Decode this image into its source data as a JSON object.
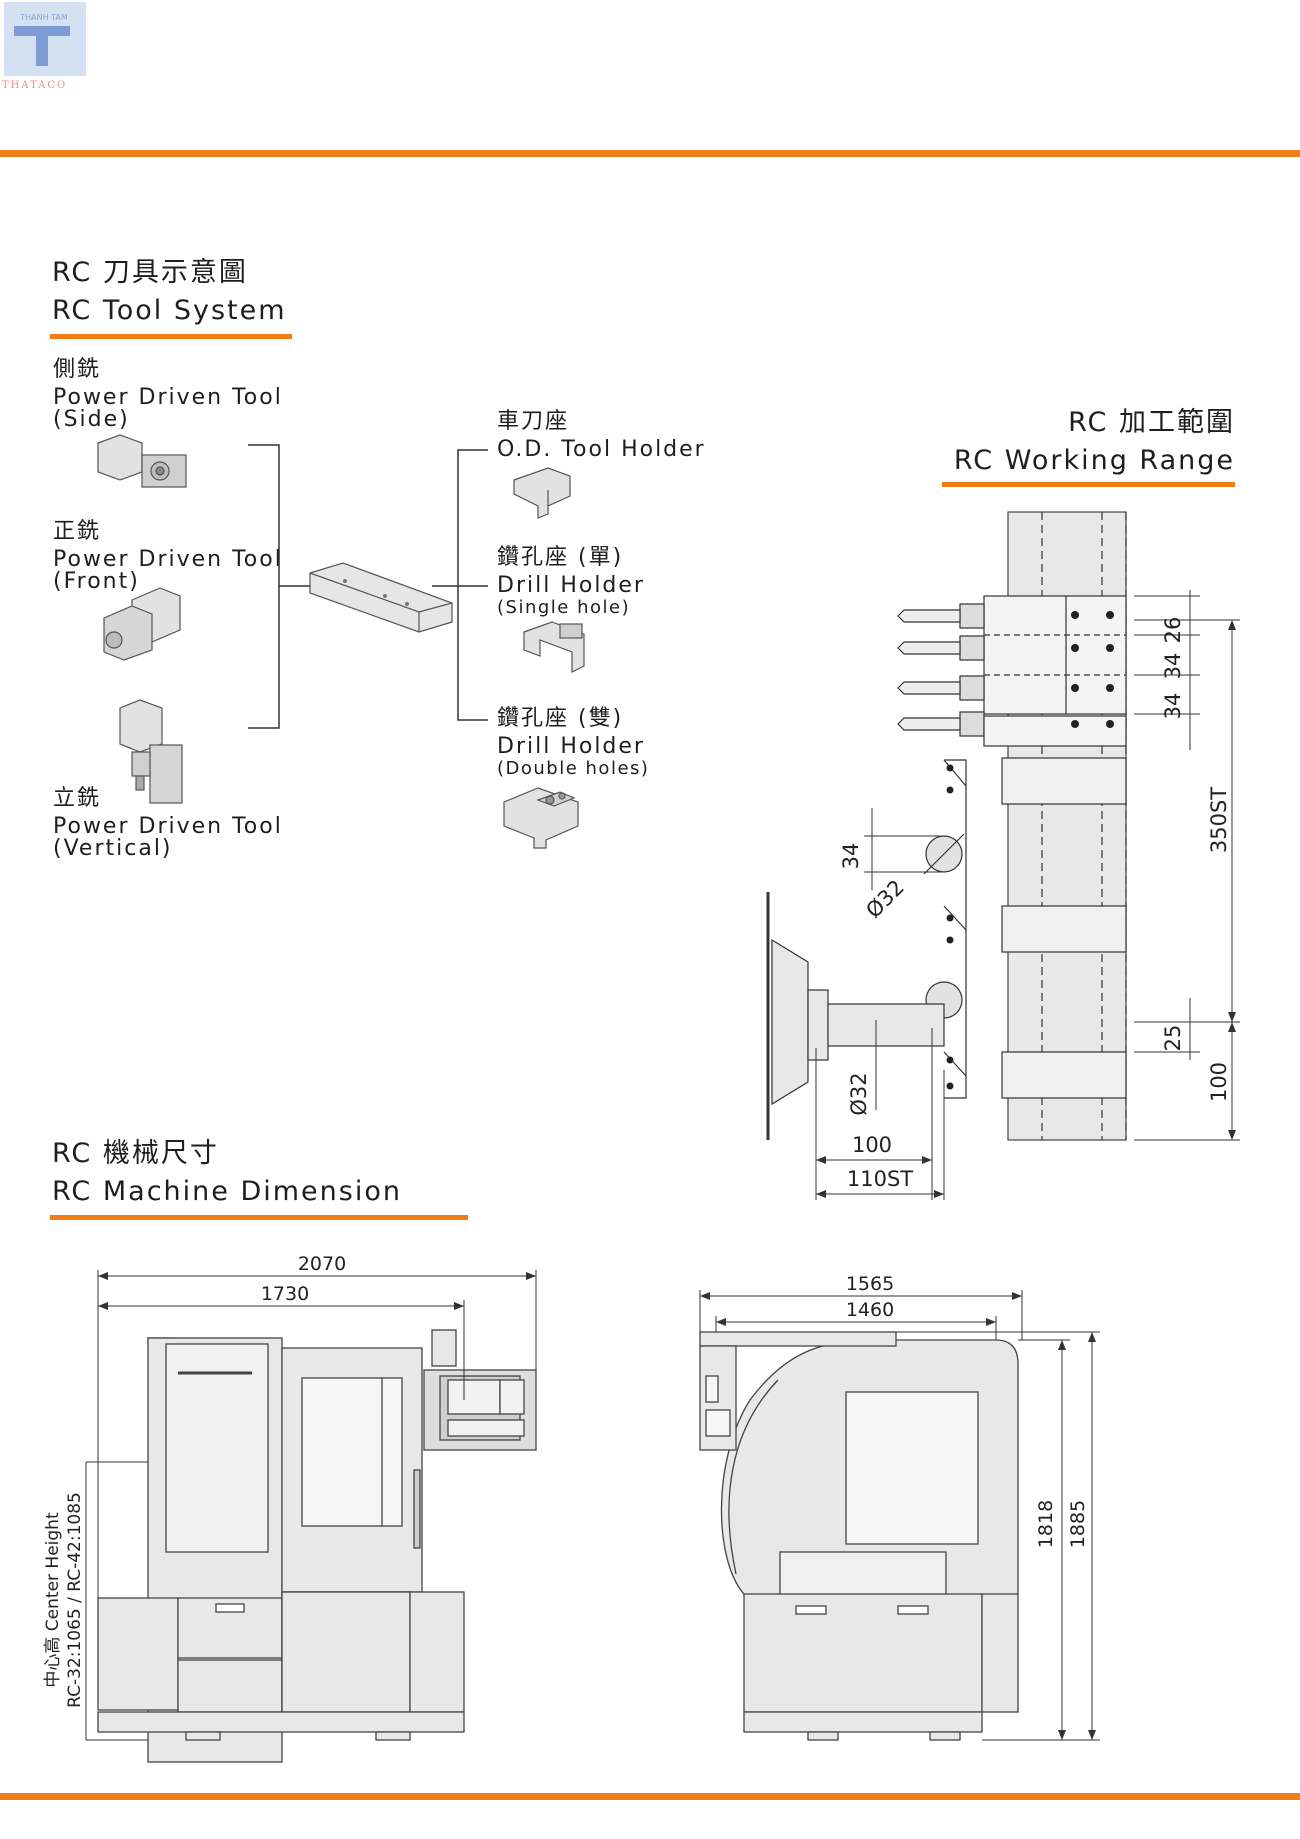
{
  "logo": {
    "brand": "THATACO",
    "small_text": "THANH TAM"
  },
  "colors": {
    "accent": "#f07d1a",
    "line": "#333333",
    "fill": "#e6e6e6"
  },
  "tool_system": {
    "title_zh": "RC 刀具示意圖",
    "title_en": "RC Tool System",
    "left": [
      {
        "zh": "側銑",
        "en": "Power Driven Tool",
        "sub": "(Side)"
      },
      {
        "zh": "正銑",
        "en": "Power Driven Tool",
        "sub": "(Front)"
      },
      {
        "zh": "立銑",
        "en": "Power Driven Tool",
        "sub": "(Vertical)"
      }
    ],
    "right": [
      {
        "zh": "車刀座",
        "en": "O.D. Tool Holder",
        "sub": ""
      },
      {
        "zh": "鑽孔座 (單)",
        "en": "Drill Holder",
        "sub": "(Single hole)"
      },
      {
        "zh": "鑽孔座 (雙)",
        "en": "Drill Holder",
        "sub": "(Double holes)"
      }
    ]
  },
  "working_range": {
    "title_zh": "RC 加工範圍",
    "title_en": "RC Working Range",
    "dims": {
      "d26": "26",
      "d34a": "34",
      "d34b": "34",
      "d350st": "350ST",
      "d34c": "34",
      "d32a": "Ø32",
      "d25": "25",
      "d100v": "100",
      "d32b": "Ø32",
      "d100h": "100",
      "d110st": "110ST"
    }
  },
  "machine_dimension": {
    "title_zh": "RC 機械尺寸",
    "title_en": "RC Machine Dimension",
    "front": {
      "width_total": "2070",
      "width_inner": "1730",
      "center_height_label": "中心高 Center Height",
      "center_height_values": "RC-32:1065 / RC-42:1085"
    },
    "side": {
      "width_total": "1565",
      "width_inner": "1460",
      "height_inner": "1818",
      "height_total": "1885"
    }
  }
}
